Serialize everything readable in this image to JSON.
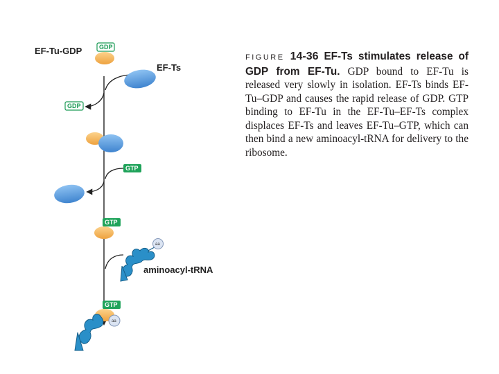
{
  "diagram": {
    "title_complex": "EF-Tu-GDP",
    "label_ef_ts": "EF-Ts",
    "label_trna": "aminoacyl-tRNA",
    "tag_gdp": "GDP",
    "tag_gtp": "GTP",
    "aa": "aa",
    "colors": {
      "ef_tu": "#f5b55a",
      "ef_ts": "#5d9fe0",
      "gtp_fill": "#1fa35a",
      "trna": "#2a8fc8"
    }
  },
  "caption": {
    "figure_word": "FIGURE",
    "figure_number": "14-36",
    "title": "EF-Ts stimulates release of GDP from EF-Tu.",
    "body": "GDP bound to EF-Tu is released very slowly in isolation. EF-Ts binds EF-Tu–GDP and causes the rapid release of GDP. GTP binding to EF-Tu in the EF-Tu–EF-Ts complex displaces EF-Ts and leaves EF-Tu–GTP, which can then bind a new aminoacyl-tRNA for delivery to the ribosome."
  }
}
